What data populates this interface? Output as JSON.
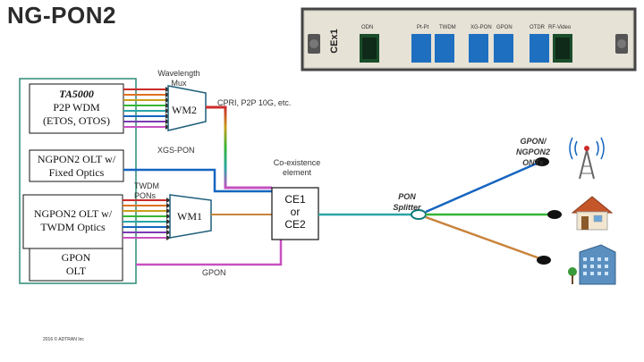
{
  "title": "NG-PON2",
  "boxes": {
    "p2p": {
      "line1": "TA5000",
      "line2": "P2P WDM",
      "line3": "(ETOS, OTOS)"
    },
    "fixed": {
      "line1": "NGPON2 OLT w/",
      "line2": "Fixed Optics"
    },
    "twdm": {
      "line1": "NGPON2 OLT w/",
      "line2": "TWDM Optics"
    },
    "gpon_olt": {
      "line1": "GPON",
      "line2": "OLT"
    },
    "ce": {
      "line1": "CE1",
      "line2": "or",
      "line3": "CE2"
    }
  },
  "mux": {
    "wm2": "WM2",
    "wm1": "WM1"
  },
  "labels": {
    "wavelength_mux_1": "Wavelength",
    "wavelength_mux_2": "Mux",
    "cpri": "CPRI, P2P 10G, etc.",
    "xgs": "XGS-PON",
    "twdm_pons_1": "TWDM",
    "twdm_pons_2": "PONs",
    "coexistence_1": "Co-existence",
    "coexistence_2": "element",
    "gpon": "GPON",
    "splitter_1": "PON",
    "splitter_2": "Splitter",
    "onts_1": "GPON/",
    "onts_2": "NGPON2",
    "onts_3": "ONTs",
    "copyright": "2016 © ADTRAN Inc"
  },
  "module_photo": {
    "model": "CEx1",
    "ports": [
      "ODN",
      "Pt-Pt",
      "TWDM",
      "XG-PON",
      "GPON",
      "OTDR",
      "RF-Video"
    ]
  },
  "colors": {
    "fiber_cyan": "#2aa6a6",
    "fiber_blue": "#1565c0",
    "fiber_magenta": "#c850c0",
    "fiber_green": "#35b535",
    "fiber_orange": "#c8833a",
    "fiber_red": "#cc2a2a",
    "frame_teal": "#2e8b78",
    "splitter_teal": "#0f7a7a"
  }
}
